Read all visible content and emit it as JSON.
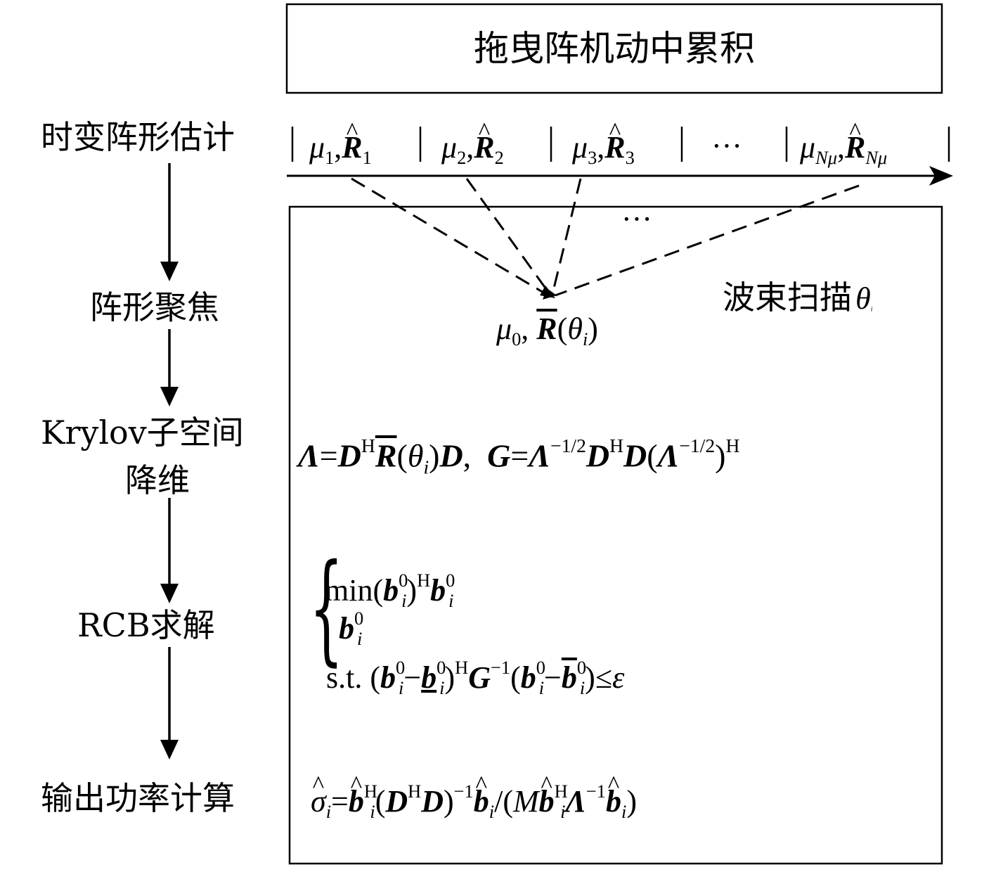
{
  "title_box": {
    "label": "拖曳阵机动中累积"
  },
  "steps": [
    {
      "label": "时变阵形估计"
    },
    {
      "label": "阵形聚焦"
    },
    {
      "label": "Krylov子空间",
      "label2": "降维"
    },
    {
      "label": "RCB求解"
    },
    {
      "label": "输出功率计算"
    }
  ],
  "timeline": {
    "segments": [
      {
        "mu": "μ",
        "mu_sub": "1",
        "r": "R",
        "r_sub": "1"
      },
      {
        "mu": "μ",
        "mu_sub": "2",
        "r": "R",
        "r_sub": "2"
      },
      {
        "mu": "μ",
        "mu_sub": "3",
        "r": "R",
        "r_sub": "3"
      },
      {
        "mu": "μ",
        "mu_sub": "Nμ",
        "r": "R",
        "r_sub": "Nμ"
      }
    ],
    "ellipsis": "···"
  },
  "process_box": {
    "ellipsis": "···",
    "beam_scan_label": "波束扫描",
    "beam_scan_symbol": "θ",
    "beam_scan_sub": "i",
    "focus_result": {
      "mu": "μ",
      "mu_sub": "0",
      "r": "R",
      "theta": "θ",
      "theta_sub": "i"
    },
    "krylov_eq": {
      "lam": "Λ",
      "d": "D",
      "r": "R",
      "g": "G",
      "h": "H",
      "theta": "θ",
      "theta_sub": "i",
      "half_exp": "−1/2"
    },
    "rcb_eq": {
      "min_label": "min",
      "st_label": "s.t.",
      "b": "b",
      "g": "G",
      "h": "H",
      "inv": "−1",
      "zero": "0",
      "i": "i",
      "eps": "ε",
      "leq": "≤"
    },
    "power_eq": {
      "sigma": "σ",
      "b": "b",
      "d": "D",
      "m": "M",
      "lam": "Λ",
      "h": "H",
      "inv": "−1",
      "i": "i"
    }
  }
}
